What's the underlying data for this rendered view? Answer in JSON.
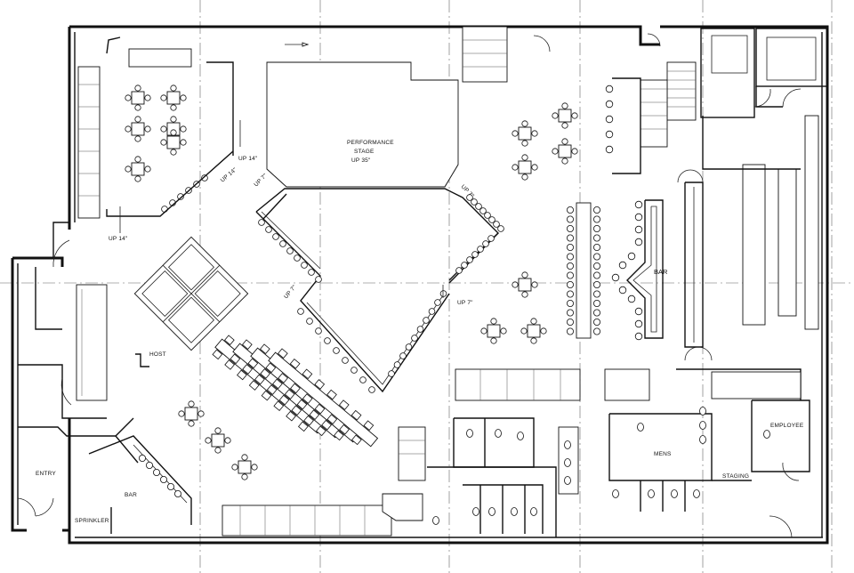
{
  "plan": {
    "labels": {
      "stage_title": "PERFORMANCE",
      "stage_sub": "STAGE",
      "stage_up": "UP 35\"",
      "up14_a": "UP 14\"",
      "up14_b": "UP 14\"",
      "up14_c": "UP 14\"",
      "up7_a": "UP 7\"",
      "up7_b": "UP 7\"",
      "up7_c": "UP 7\"",
      "up7_d": "UP 7\"",
      "bar_main": "BAR",
      "bar_small": "BAR",
      "host": "HOST",
      "entry": "ENTRY",
      "sprinkler": "SPRINKLER",
      "mens": "MENS",
      "staging": "STAGING",
      "employee": "EMPLOYEE"
    }
  }
}
